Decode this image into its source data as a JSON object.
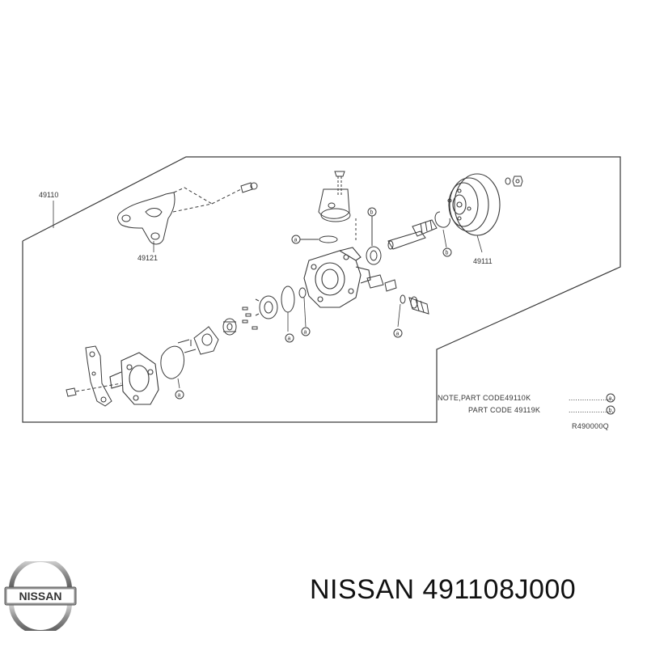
{
  "callouts": {
    "assembly": "49110",
    "bracket": "49121",
    "pulley": "49111"
  },
  "markers": {
    "a": "a",
    "b": "b"
  },
  "note": {
    "line1_text": "NOTE,PART CODE49110K",
    "line1_marker": "a",
    "line2_text": "PART CODE 49119K",
    "line2_marker": "b",
    "leader": "...................."
  },
  "figure_code": "R490000Q",
  "logo": {
    "text": "NISSAN"
  },
  "caption": {
    "brand": "NISSAN",
    "part_number": "491108J000"
  },
  "colors": {
    "line": "#3a3a3a",
    "caption": "#111111",
    "logo_metal": "#8c8c8c"
  }
}
